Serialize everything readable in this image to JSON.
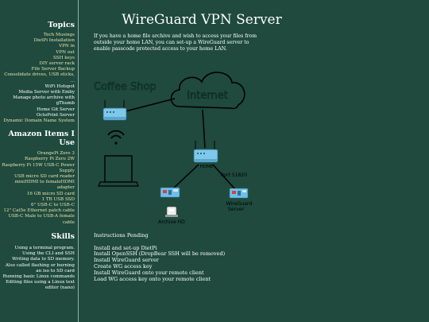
{
  "sidebar": {
    "topics_title": "Topics",
    "topics": [
      "Tech Musings",
      "DietPi Installation",
      "VPN in",
      "VPN out",
      "SSH keys",
      "DIY server rack",
      "File Server Backup",
      "Consolidate drives, USB sticks, ...",
      "WiFi Hotspot",
      "Media Server with Emby",
      "Manage photo archive with gThumb",
      "Home Git Server",
      "OctoPrint Server",
      "Dynamic Domain Name System"
    ],
    "amazon_title": "Amazon Items I Use",
    "amazon": [
      "OrangePi Zero 3",
      "Raspberry Pi Zero 2W",
      "Raspberry Pi 15W USB-C Power Supply",
      "USB micro SD card reader",
      "miniHDMI to femaleHDMI adapter",
      "16 GB micro SD card",
      "1 TB USB SSD",
      "6\" USB-C to USB-C",
      "12\" Cat5e Ethernet patch cable",
      "USB-C Male to USB-A female cable"
    ],
    "skills_title": "Skills",
    "skills": [
      "Using a terminal program.",
      "Using the CLI and SSH",
      "Writing data to SD memory.",
      "Also called flashing or burning an iso to SD card",
      "Running basic Linux commands",
      "Editing files using a Linux text editor (nano)"
    ]
  },
  "main": {
    "title": "WireGuard VPN Server",
    "intro": "If you have a home file archive and wish to access your files from outside your home LAN, you can set-up a WireGuard server to enable passcode protected access to your home LAN.",
    "diagram": {
      "coffee_shop": "Coffee Shop",
      "cloud": "Internet",
      "home_label": "HOME",
      "port": "Port 51820",
      "wg_label_1": "WireGuard",
      "wg_label_2": "Server",
      "archive": "Archive HD"
    },
    "instructions_heading": "Instructions Pending",
    "instructions": [
      "Install and set-up DietPi",
      "Install OpenSSH (DropBear SSH will be removed)",
      "Install WireGuard server",
      "Create WG access key",
      "Install WireGuard onto your remote client",
      "Load WG access key onto your remote client"
    ]
  },
  "colors": {
    "background": "#1f4a3d",
    "link": "#e8e2b0",
    "router": "#7ec8ea"
  }
}
